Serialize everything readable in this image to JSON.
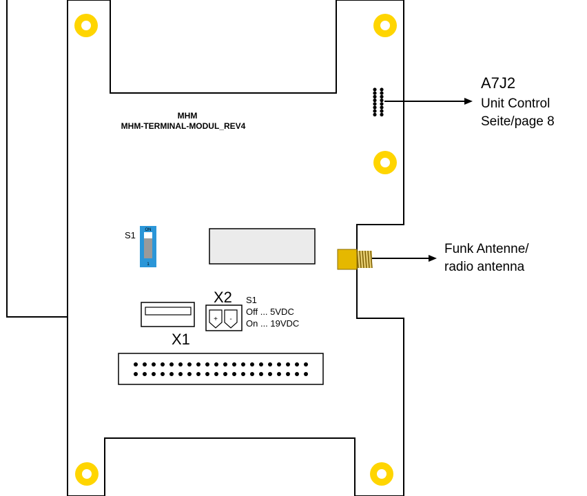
{
  "board": {
    "maker": "MHM",
    "name": "MHM-TERMINAL-MODUL_REV4"
  },
  "connectors": {
    "a7j2": {
      "id": "A7J2",
      "line1": "Unit Control",
      "line2": "Seite/page 8"
    },
    "antenna": {
      "line1": "Funk Antenne/",
      "line2": "radio antenna"
    },
    "x1": {
      "label": "X1"
    },
    "x2": {
      "label": "X2",
      "plus": "+",
      "minus": "-"
    }
  },
  "switch_s1": {
    "label": "S1",
    "on_text": "ON",
    "pos_text": "1",
    "legend_title": "S1",
    "legend_off": "Off ... 5VDC",
    "legend_on": "On ... 19VDC"
  },
  "colors": {
    "outline": "#000000",
    "mounting_hole": "#FFD500",
    "switch_body": "#2B96D8",
    "antenna_connector": "#E5B800",
    "radio_module": "#EBEBEB"
  }
}
